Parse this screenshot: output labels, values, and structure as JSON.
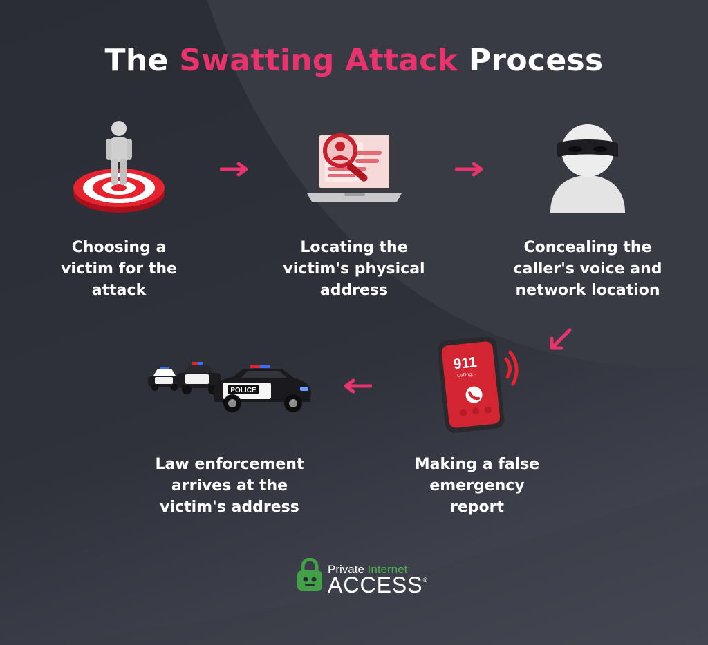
{
  "title": {
    "prefix": "The",
    "accent": "Swatting Attack",
    "suffix": "Process"
  },
  "steps": [
    {
      "label": "Choosing a\nvictim for the\nattack",
      "icon": "target-person-icon"
    },
    {
      "label": "Locating the\nvictim's physical\naddress",
      "icon": "laptop-magnifier-icon"
    },
    {
      "label": "Concealing the\ncaller's voice and\nnetwork location",
      "icon": "masked-person-icon"
    },
    {
      "label": "Making a false\nemergency\nreport",
      "icon": "phone-911-icon"
    },
    {
      "label": "Law enforcement\narrives at the\nvictim's address",
      "icon": "police-cars-icon"
    }
  ],
  "phone": {
    "number": "911",
    "status": "Calling..."
  },
  "police_car_text": "POLICE",
  "logo": {
    "line1_a": "Private",
    "line1_b": "Internet",
    "line2": "ACCESS",
    "mark": "®"
  },
  "colors": {
    "accent": "#e8336d",
    "background": "#2e3038",
    "logo_green": "#4caf50"
  }
}
